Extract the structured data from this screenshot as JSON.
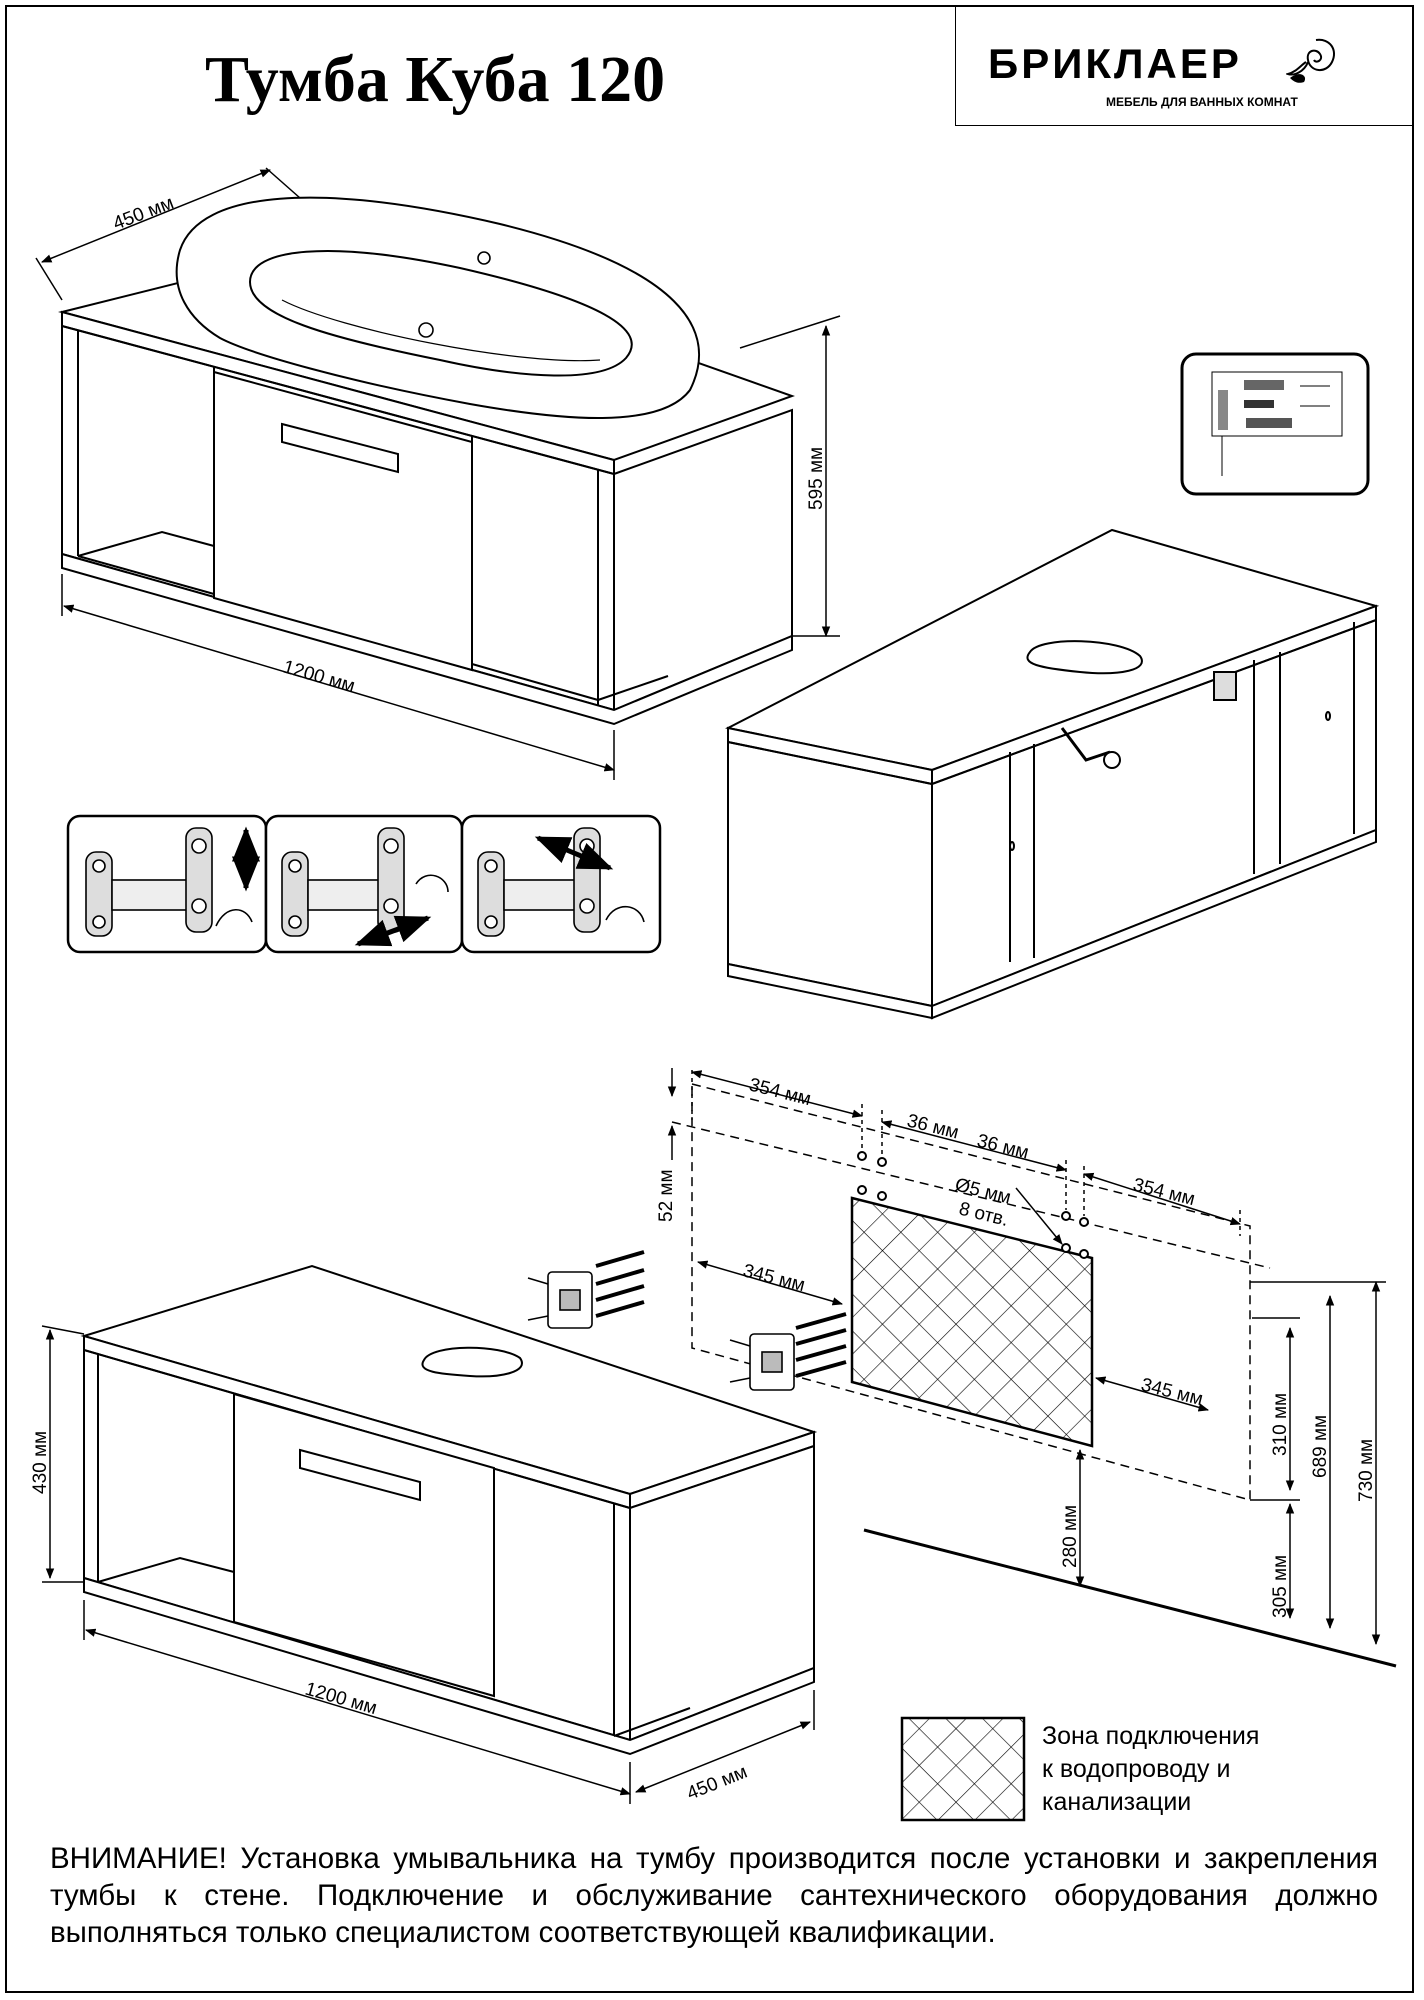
{
  "title": "Тумба Куба 120",
  "brand": {
    "name": "БРИКЛАЕР",
    "tagline": "МЕБЕЛЬ ДЛЯ ВАННЫХ КОМНАТ",
    "logo_icon": "rose-icon"
  },
  "top_view": {
    "depth_label": "450 мм",
    "height_label": "595 мм",
    "width_label": "1200 мм"
  },
  "hinge_steps": [
    "vertical-adjust",
    "horizontal-adjust",
    "depth-adjust"
  ],
  "mounting": {
    "offset_left": "354 мм",
    "hole_gap_1": "36 мм",
    "hole_gap_2": "36 мм",
    "offset_right": "354 мм",
    "top_offset": "52 мм",
    "hole_diameter": "Ø5 мм",
    "hole_count": "8 отв.",
    "zone_left": "345 мм",
    "zone_right": "345 мм",
    "zone_height": "310 мм",
    "zone_floor": "280 мм",
    "height_689": "689 мм",
    "height_730": "730 мм",
    "height_305": "305 мм"
  },
  "bottom_view": {
    "height_label": "430 мм",
    "width_label": "1200 мм",
    "depth_label": "450 мм"
  },
  "legend": {
    "line1": "Зона подключения",
    "line2": "к водопроводу и",
    "line3": "канализации"
  },
  "notice": "ВНИМАНИЕ! Установка умывальника на тумбу производится после установки и закрепления тумбы к стене. Подключение и обслуживание сантехнического оборудования должно выполняться только специалистом соответствующей квалификации."
}
